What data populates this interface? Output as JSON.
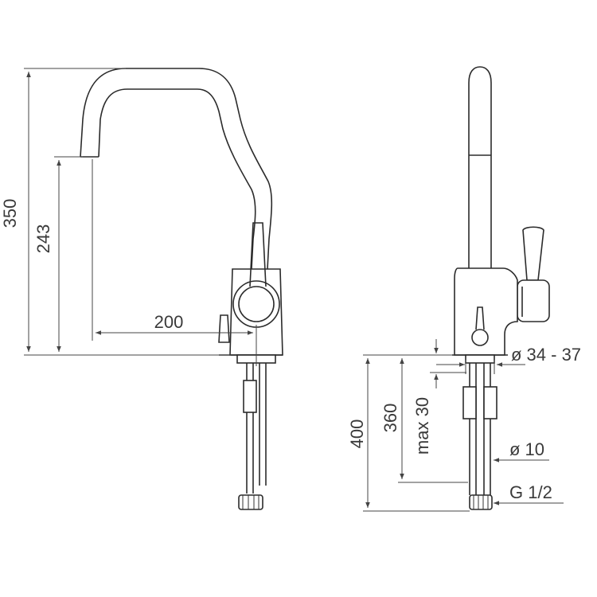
{
  "dimensions": {
    "total_height": "350",
    "spout_height": "243",
    "spout_reach": "200",
    "hole_diameter": "ø 34 - 37",
    "hose_length": "400",
    "shank_length": "360",
    "deck_thickness": "max 30",
    "hose_diameter": "ø 10",
    "thread": "G 1/2"
  },
  "colors": {
    "line": "#2b2b2b",
    "text": "#3a3a3a"
  }
}
